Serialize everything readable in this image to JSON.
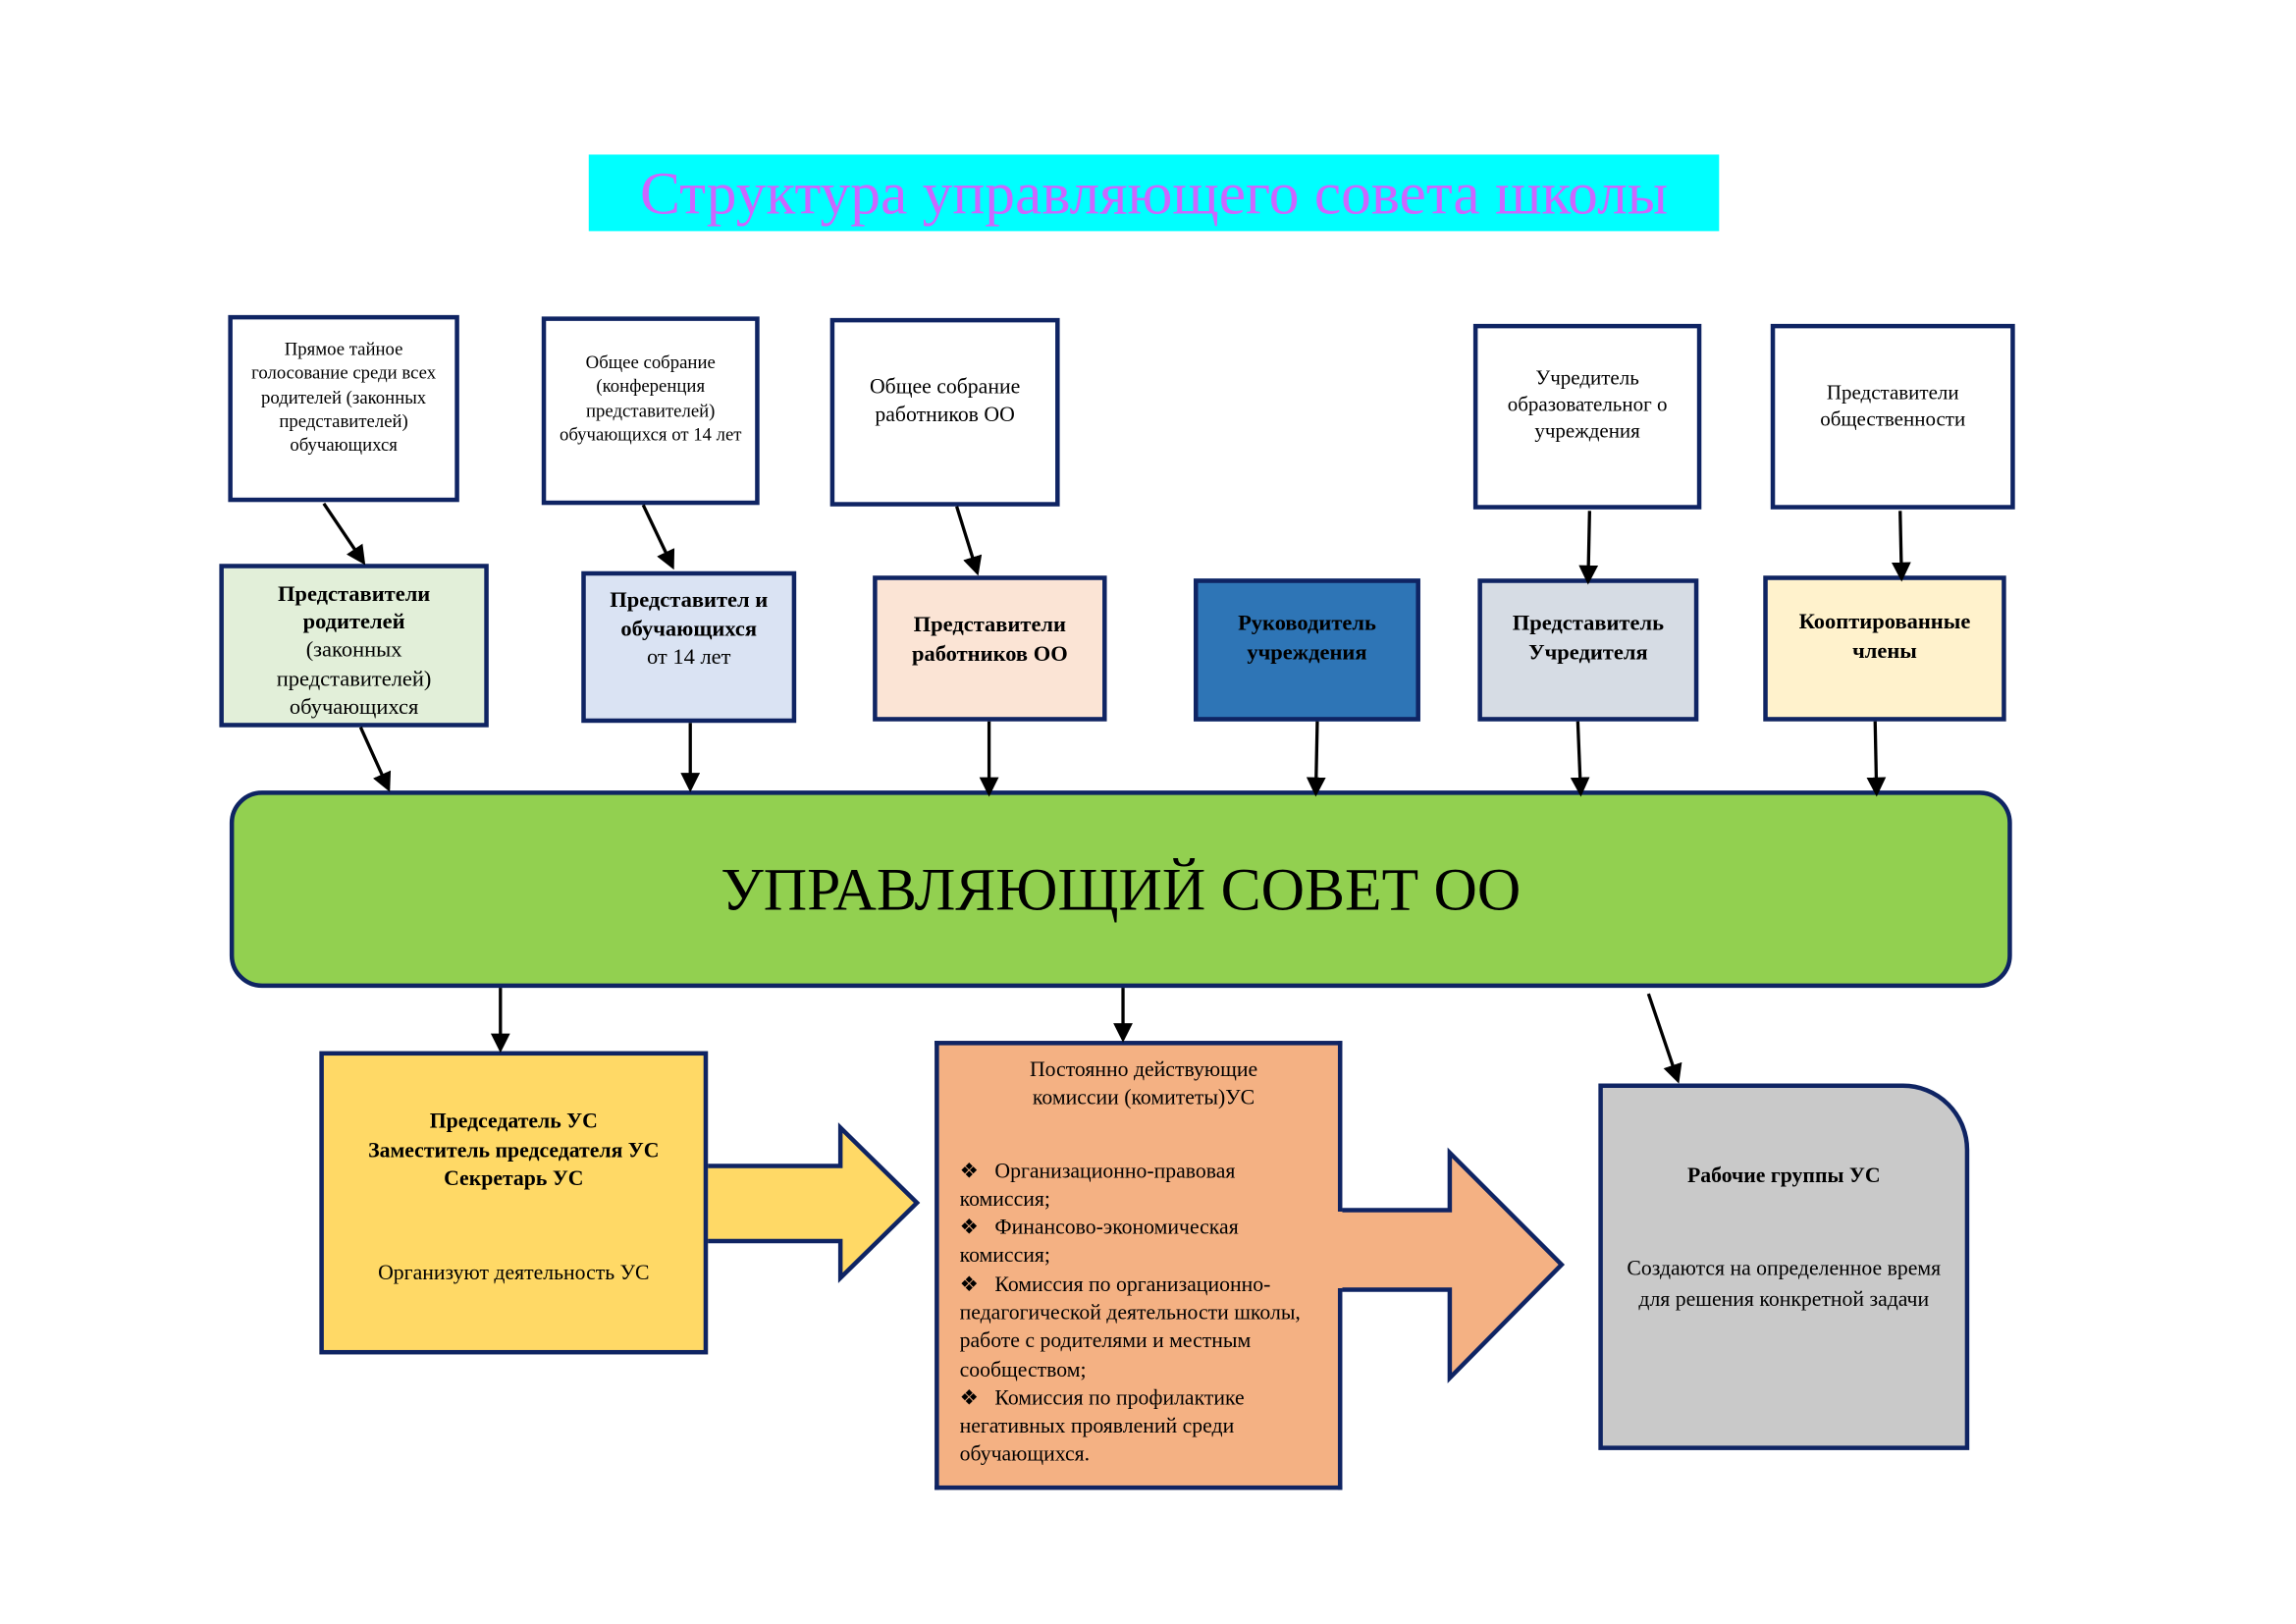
{
  "title": "Структура управляющего совета школы",
  "sources": [
    "Прямое тайное голосование среди всех родителей (законных представителей) обучающихся",
    "Общее собрание (конференция представителей) обучающихся от 14 лет",
    "Общее собрание работников ОО",
    "Учредитель образовательног о учреждения",
    "Представители общественности"
  ],
  "members": {
    "parents": {
      "bold": "Представители родителей",
      "normal": "(законных представителей) обучающихся"
    },
    "students": {
      "bold": "Представител и обучающихся",
      "normal": "от 14 лет"
    },
    "workers": {
      "bold": "Представители работников ОО"
    },
    "director": {
      "bold": "Руководитель учреждения"
    },
    "founder": {
      "bold": "Представитель Учредителя"
    },
    "coopted": {
      "bold": "Кооптированные члены"
    }
  },
  "council": "УПРАВЛЯЮЩИЙ СОВЕТ ОО",
  "leadership": {
    "roles": [
      "Председатель УС",
      "Заместитель председателя УС",
      "Секретарь УС"
    ],
    "description": "Организуют деятельность УС"
  },
  "committees": {
    "heading": "Постоянно действующие комиссии (комитеты)УС",
    "bullet": "❖",
    "items": [
      "Организационно-правовая комиссия;",
      "Финансово-экономическая комиссия;",
      "Комиссия по организационно-педагогической деятельности школы, работе с родителями и местным сообществом;",
      "Комиссия по профилактике негативных проявлений среди обучающихся."
    ]
  },
  "working_groups": {
    "heading": "Рабочие группы УС",
    "description": "Создаются на определенное время для решения конкретной задачи"
  },
  "colors": {
    "title_bg": "#00FFFF",
    "title_text": "#CC66FF",
    "border": "#0f2463",
    "parents": "#E2EFD9",
    "students": "#DAE3F3",
    "workers": "#FBE4D5",
    "director": "#2E75B6",
    "founder": "#D6DCE4",
    "coopted": "#FFF2CC",
    "council": "#92D050",
    "leadership": "#FFD966",
    "committees": "#F4B183",
    "working_groups": "#C9C9C9"
  }
}
